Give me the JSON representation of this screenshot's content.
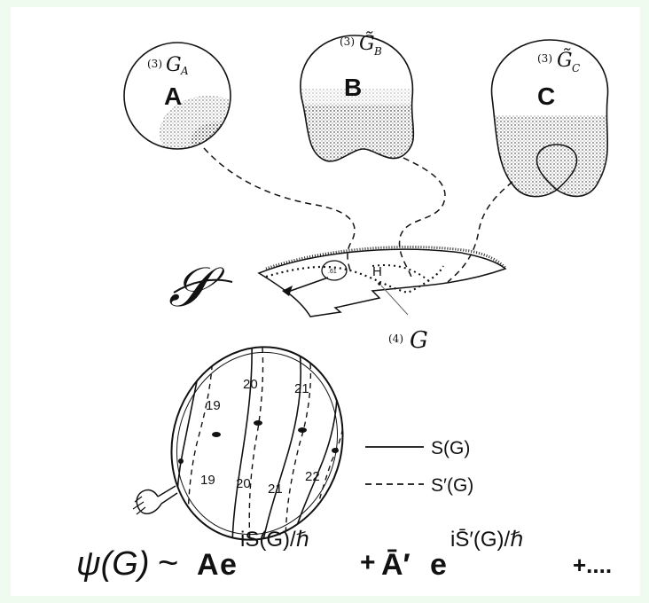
{
  "blobs": [
    {
      "letter": "A",
      "sup": "(3)",
      "sym": "G",
      "sub": "A"
    },
    {
      "letter": "B",
      "sup": "(3)",
      "sym": "G̃",
      "sub": "B"
    },
    {
      "letter": "C",
      "sup": "(3)",
      "sym": "G̃",
      "sub": "C"
    }
  ],
  "superspace_symbol": "𝒮",
  "point_label": "H",
  "spacetime_label": {
    "sup": "(4)",
    "sym": "G"
  },
  "lens_numbers": {
    "solid_top": [
      "19",
      "20",
      "21"
    ],
    "dashed_bottom": [
      "19",
      "20",
      "21",
      "22"
    ]
  },
  "legend": [
    {
      "style": "solid",
      "label": "S(G)"
    },
    {
      "style": "dashed",
      "label": "S′(G)"
    }
  ],
  "formula": {
    "lhs": "ψ(G)",
    "sim": "~",
    "term1_coef": "A",
    "term1_base": "e",
    "term1_exp": "iS(G)/ℏ",
    "plus": "+",
    "term2_coef": "Ā′",
    "term2_base": "e",
    "term2_exp": "iS̄′(G)/ℏ",
    "tail": "+...."
  }
}
